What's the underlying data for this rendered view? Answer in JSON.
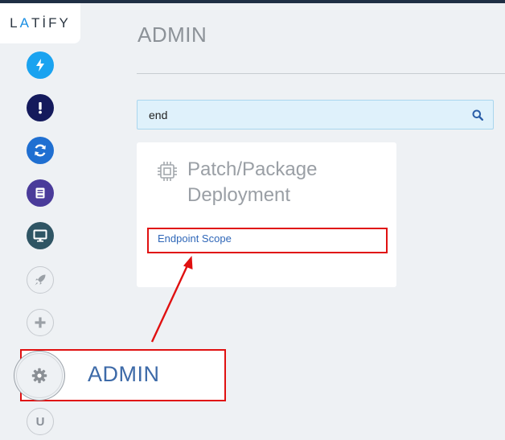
{
  "brand": {
    "logo_prefix": "L",
    "logo_accent": "A",
    "logo_suffix": "TİFY"
  },
  "sidebar": {
    "items": [
      {
        "name": "lightning-icon",
        "color": "#1aa3f0"
      },
      {
        "name": "exclamation-icon",
        "color": "#141a5c"
      },
      {
        "name": "refresh-icon",
        "color": "#1f6fd1"
      },
      {
        "name": "book-icon",
        "color": "#4a3b9a"
      },
      {
        "name": "monitor-icon",
        "color": "#2f5564"
      },
      {
        "name": "rocket-icon",
        "color": "#9aa0a6"
      },
      {
        "name": "plus-icon",
        "color": "#9aa0a6"
      },
      {
        "name": "gear-icon",
        "color": "#8a8f95"
      }
    ],
    "admin_flyout_label": "ADMIN",
    "user_initial": "U"
  },
  "main": {
    "title": "ADMIN",
    "search": {
      "value": "end",
      "placeholder": ""
    },
    "card": {
      "icon": "chip-icon",
      "title_line1": "Patch/Package",
      "title_line2": "Deployment",
      "link": "Endpoint Scope"
    }
  },
  "annotation_color": "#e01010"
}
